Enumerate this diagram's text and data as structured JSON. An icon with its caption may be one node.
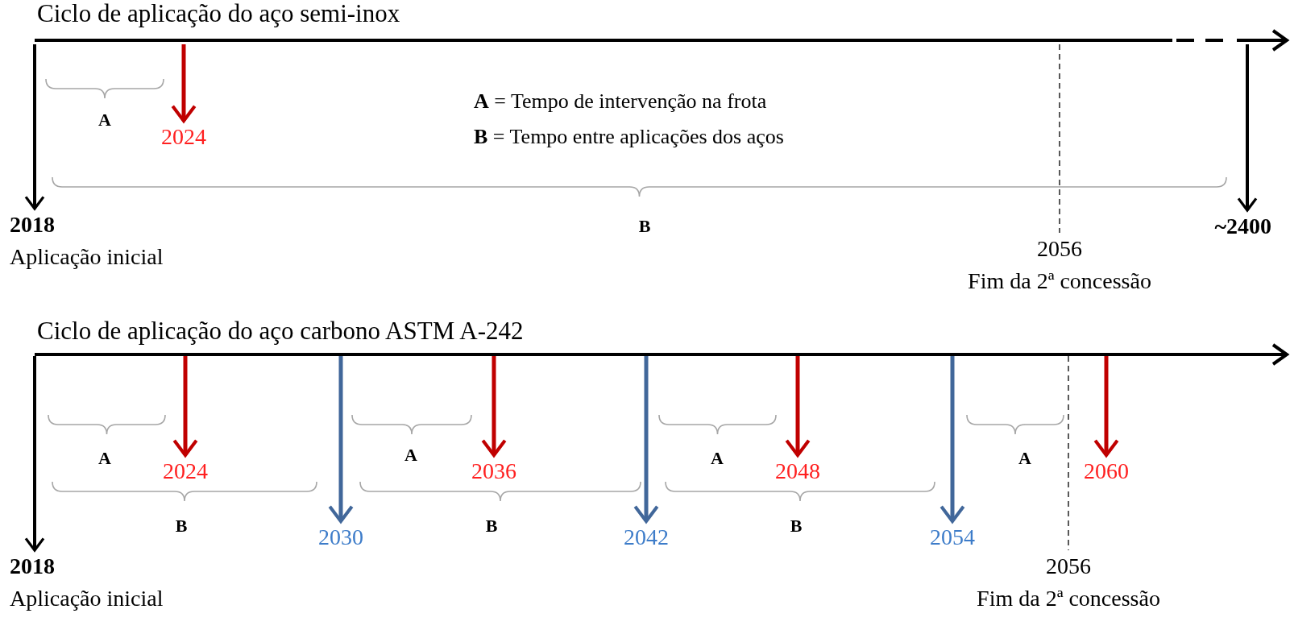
{
  "diagram": {
    "nodes": [
      {
        "text": [
          "2018",
          "Aplicação inicial"
        ]
      },
      {
        "text": [
          "2024"
        ]
      },
      {
        "text": [
          "~2400"
        ]
      },
      {
        "text": [
          "2056",
          "Fim da 2ª concessão"
        ]
      },
      {
        "text": [
          "2018",
          "Aplicação inicial"
        ]
      },
      {
        "text": [
          "2024"
        ]
      },
      {
        "text": [
          "2030"
        ]
      },
      {
        "text": [
          "2036"
        ]
      },
      {
        "text": [
          "2042"
        ]
      },
      {
        "text": [
          "2048"
        ]
      },
      {
        "text": [
          "2054"
        ]
      },
      {
        "text": [
          "2060"
        ]
      },
      {
        "text": [
          "2056",
          "Fim da 2ª concessão"
        ]
      }
    ],
    "edges": [
      {
        "from": null,
        "to": 0,
        "arrow": "to"
      },
      {
        "from": null,
        "to": 1,
        "arrow": "to",
        "color": "#c00000"
      },
      {
        "from": null,
        "to": 3,
        "arrow": "none",
        "style": "dashed"
      },
      {
        "from": null,
        "to": 2,
        "arrow": "to"
      },
      {
        "from": null,
        "to": 4,
        "arrow": "to"
      },
      {
        "from": null,
        "to": 5,
        "arrow": "to",
        "color": "#c00000"
      },
      {
        "from": null,
        "to": 6,
        "arrow": "to",
        "color": "#41679a"
      },
      {
        "from": null,
        "to": 7,
        "arrow": "to",
        "color": "#c00000"
      },
      {
        "from": null,
        "to": 8,
        "arrow": "to",
        "color": "#41679a"
      },
      {
        "from": null,
        "to": 9,
        "arrow": "to",
        "color": "#c00000"
      },
      {
        "from": null,
        "to": 10,
        "arrow": "to",
        "color": "#41679a"
      },
      {
        "from": null,
        "to": 12,
        "arrow": "none",
        "style": "dashed"
      },
      {
        "from": null,
        "to": 11,
        "arrow": "to",
        "color": "#c00000"
      }
    ],
    "labels": [
      "Ciclo de aplicação do aço semi-inox",
      "A",
      "**A** = Tempo de intervenção na frota",
      "**B** = Tempo entre aplicações dos aços",
      "B",
      "Ciclo de aplicação do aço carbono ASTM A-242",
      "A",
      "A",
      "A",
      "A",
      "B",
      "B",
      "B"
    ]
  }
}
